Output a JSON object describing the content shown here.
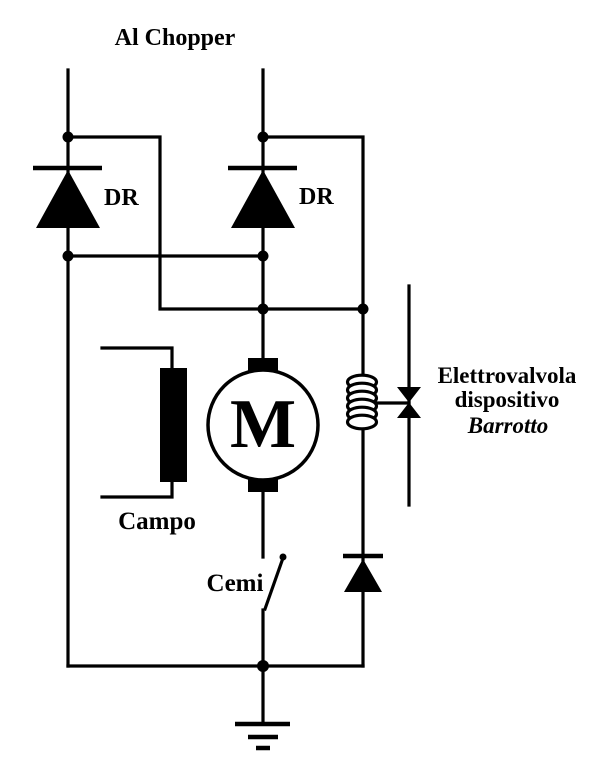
{
  "title": "Al Chopper",
  "labels": {
    "diode_left": "DR",
    "diode_right": "DR",
    "motor": "M",
    "field_winding": "Campo",
    "switch": "Cemi"
  },
  "annotation": {
    "line1": "Elettrovalvola",
    "line2": "dispositivo",
    "line3": "Barrotto"
  },
  "colors": {
    "wire": "#000000",
    "annotation_red": "#cc2222",
    "background": "#ffffff"
  }
}
